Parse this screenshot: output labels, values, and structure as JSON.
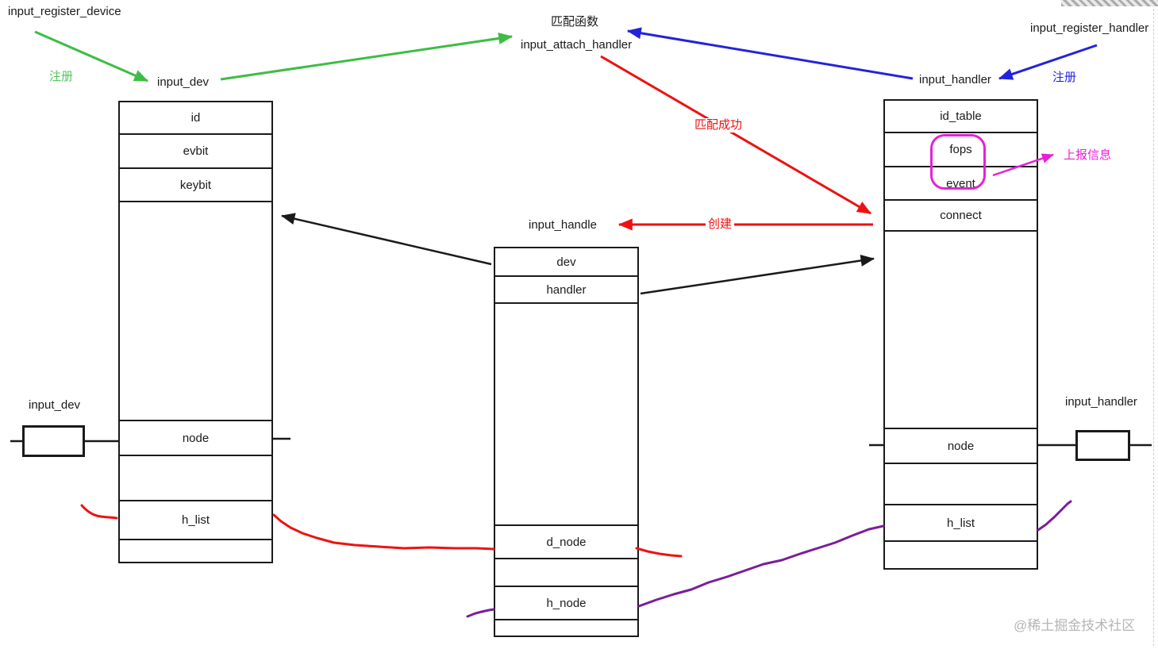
{
  "diagram": {
    "top_left_fn": "input_register_device",
    "top_right_fn": "input_register_handler",
    "match_fn_title": "匹配函数",
    "match_fn_name": "input_attach_handler",
    "register_left": "注册",
    "register_right": "注册",
    "match_success": "匹配成功",
    "create": "创建",
    "report_info": "上报信息"
  },
  "structs": {
    "input_dev": {
      "title": "input_dev",
      "rows": [
        "id",
        "evbit",
        "keybit",
        "",
        "node",
        "",
        "h_list",
        ""
      ]
    },
    "input_handle": {
      "title": "input_handle",
      "rows": [
        "dev",
        "handler",
        "",
        "d_node",
        "",
        "h_node",
        ""
      ]
    },
    "input_handler": {
      "title": "input_handler",
      "rows": [
        "id_table",
        "fops",
        "event",
        "connect",
        "",
        "node",
        "",
        "h_list",
        ""
      ]
    }
  },
  "list_nodes": {
    "left_label": "input_dev",
    "right_label": "input_handler"
  },
  "watermark": "@稀土掘金技术社区",
  "colors": {
    "green": "#3dbd44",
    "blue": "#2323dc",
    "red": "#ee1212",
    "black": "#1a1a1a",
    "magenta": "#e820d8",
    "purple": "#7a1d9b"
  }
}
